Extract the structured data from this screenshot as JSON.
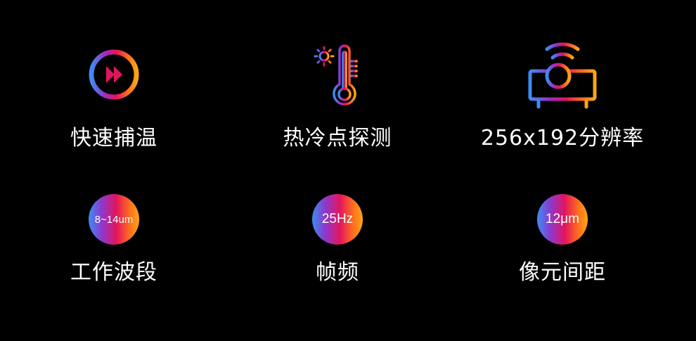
{
  "features": [
    {
      "label": "快速捕温",
      "icon": "fast-forward-icon"
    },
    {
      "label": "热冷点探测",
      "icon": "thermometer-icon"
    },
    {
      "label": "256x192分辨率",
      "icon": "projector-icon"
    },
    {
      "label": "工作波段",
      "badge": "8~14um"
    },
    {
      "label": "帧频",
      "badge": "25Hz"
    },
    {
      "label": "像元间距",
      "badge": "12μm"
    }
  ],
  "colors": {
    "gradient": [
      "#3a8ef0",
      "#8a3ad0",
      "#e3145e",
      "#ffa70f"
    ],
    "background": "#000000",
    "text": "#ffffff"
  }
}
